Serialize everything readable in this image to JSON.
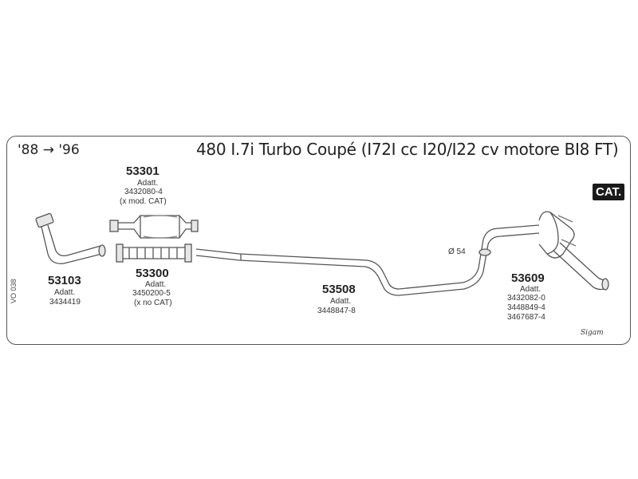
{
  "header": {
    "years": "'88 → '96",
    "title": "480 I.7i Turbo Coupé (I72I cc I20/I22 cv motore BI8 FT)",
    "badge": "CAT."
  },
  "parts": {
    "p53301": {
      "number": "53301",
      "adatt": "Adatt.",
      "code": "3432080-4",
      "note": "(x mod. CAT)"
    },
    "p53300": {
      "number": "53300",
      "adatt": "Adatt.",
      "code": "3450200-5",
      "note": "(x no CAT)"
    },
    "p53103": {
      "number": "53103",
      "adatt": "Adatt.",
      "code": "3434419"
    },
    "p53508": {
      "number": "53508",
      "adatt": "Adatt.",
      "code": "3448847-8"
    },
    "p53609": {
      "number": "53609",
      "adatt": "Adatt.",
      "codes": [
        "3432082-0",
        "3448849-4",
        "3467687-4"
      ]
    }
  },
  "annotations": {
    "diameter": "Ø 54",
    "side_code": "VO 038",
    "brand": "Sigam"
  }
}
